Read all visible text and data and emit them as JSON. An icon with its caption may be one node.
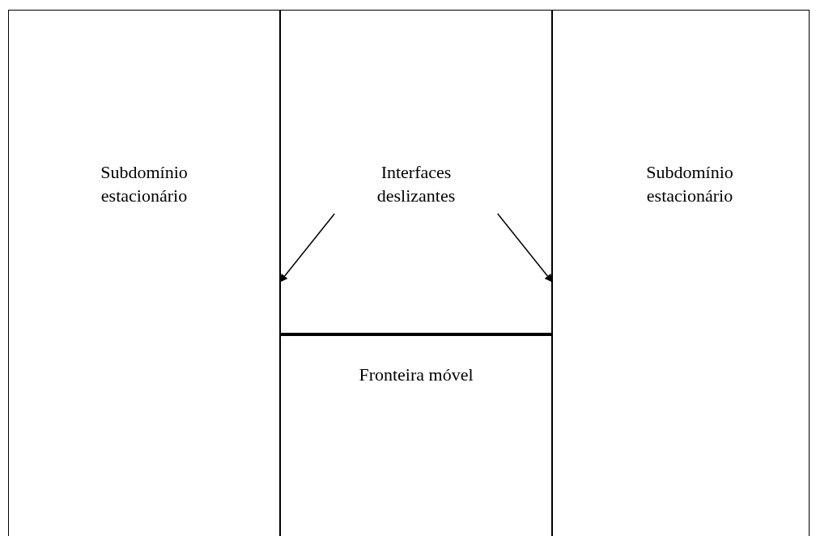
{
  "diagram": {
    "nodes": [
      {
        "text": [
          "Subdomínio estacionário"
        ]
      },
      {
        "text": [
          "Interfaces deslizantes"
        ]
      },
      {
        "text": [
          "Subdomínio estacionário"
        ]
      },
      {
        "text": [],
        "shape": "line"
      },
      {
        "text": [],
        "shape": "line"
      }
    ],
    "edges": [
      {
        "from": 1,
        "to": 3,
        "arrow": "to"
      },
      {
        "from": 1,
        "to": 4,
        "arrow": "to"
      }
    ],
    "labels": [
      "Fronteira móvel"
    ]
  }
}
